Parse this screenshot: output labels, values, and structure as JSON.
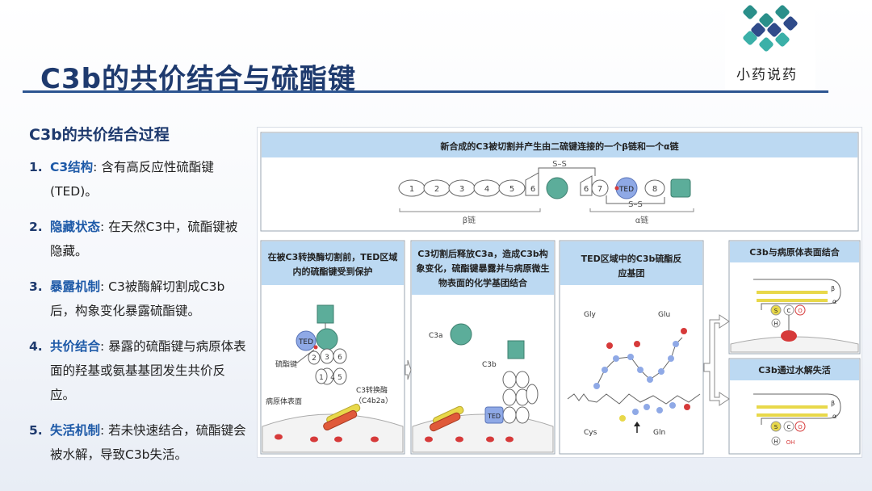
{
  "slide": {
    "title": "C3b的共价结合与硫酯键",
    "logo_text": "小药说药",
    "section_heading": "C3b的共价结合过程",
    "points": [
      {
        "num": "1.",
        "key": "C3结构",
        "text": ": 含有高反应性硫酯键(TED)。"
      },
      {
        "num": "2.",
        "key": "隐藏状态",
        "text": ": 在天然C3中，硫酯键被隐藏。"
      },
      {
        "num": "3.",
        "key": "暴露机制",
        "text": ": C3被酶解切割成C3b后，构象变化暴露硫酯键。"
      },
      {
        "num": "4.",
        "key": "共价结合",
        "text": ": 暴露的硫酯键与病原体表面的羟基或氨基基团发生共价反应。"
      },
      {
        "num": "5.",
        "key": "失活机制",
        "text": ": 若未快速结合，硫酯键会被水解，导致C3b失活。"
      }
    ]
  },
  "figure": {
    "top_caption": "新合成的C3被切割并产生由二硫键连接的一个β链和一个α链",
    "beta_domains": [
      "1",
      "2",
      "3",
      "4",
      "5",
      "6"
    ],
    "alpha_domains": [
      "6",
      "7",
      "TED",
      "8"
    ],
    "ss_label": "S–S",
    "beta_label": "β链",
    "alpha_label": "α链",
    "panel1_caption": "在被C3转换酶切割前，TED区域内的硫酯键受到保护",
    "panel1_labels": {
      "thioester": "硫酯键",
      "convertase": "C3转换酶",
      "convertase_sub": "（C4b2a）",
      "surface": "病原体表面",
      "ted": "TED",
      "domains": [
        "2",
        "3",
        "6",
        "1",
        "4",
        "5"
      ]
    },
    "panel2_caption": "C3切割后释放C3a，造成C3b构象变化，硫酯键暴露并与病原微生物表面的化学基团结合",
    "panel2_labels": {
      "c3a": "C3a",
      "c3b": "C3b",
      "ted": "TED"
    },
    "panel3_caption": "TED区域中的C3b硫酯反应基团",
    "panel3_labels": {
      "gly": "Gly",
      "glu": "Glu",
      "cys": "Cys",
      "gln": "Gln"
    },
    "panel4_caption": "C3b与病原体表面结合",
    "panel5_caption": "C3b通过水解失活",
    "bond_labels": {
      "beta": "β",
      "alpha": "α",
      "s": "S",
      "c": "C",
      "o": "O",
      "h": "H",
      "oh": "OH"
    }
  },
  "colors": {
    "title": "#1e3a6e",
    "accent": "#1e5aa8",
    "caption_bg": "#bcd9f2",
    "teal": "#5cad9a",
    "ted_blue": "#8fa9e6",
    "red": "#d63a3a",
    "yellow": "#e8d84a"
  }
}
